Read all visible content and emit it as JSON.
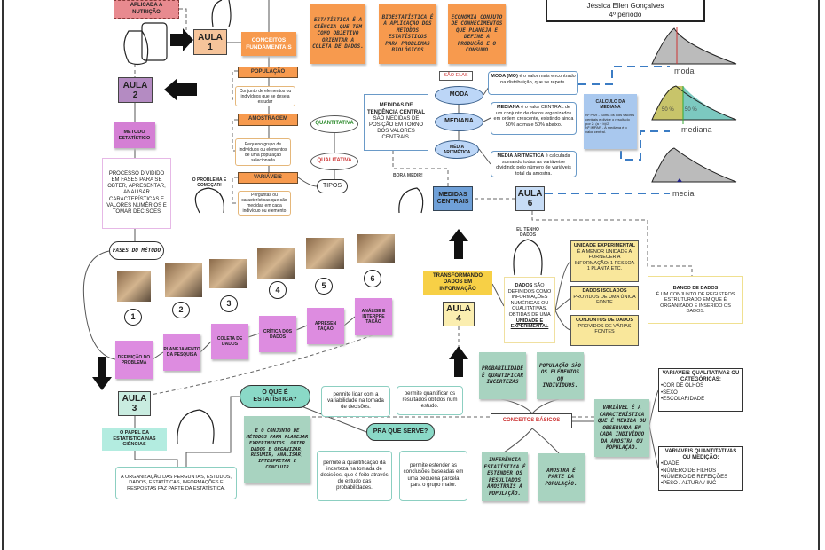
{
  "title_box": {
    "author": "Jéssica Ellen Gonçalves",
    "period": "4º período"
  },
  "top_left": {
    "nutrition": "APLICADA A NUTRIÇÃO"
  },
  "aula1": {
    "label": "AULA\n1",
    "concepts": "CONCEITOS FUNDAMENTAIS",
    "populacao": "POPULAÇÃO",
    "populacao_desc": "Conjunto de elementos ou indivíduos que se deseja estudar",
    "amostragem": "AMOSTRAGEM",
    "amostragem_desc": "Pequeno grupo de indivíduos ou elementos de uma população selecionada",
    "variaveis": "VARIÁVEIS",
    "variaveis_desc": "Perguntas ou características que são medidas em cada indivíduo ou elemento",
    "problema": "O PROBLEMA É COMEÇAR!",
    "quantitativa": "QUANTITATIVA",
    "qualitativa": "QUALITATIVA",
    "tipos": "TIPOS"
  },
  "notes": [
    "ESTATÍSTICA É A CIÊNCIA QUE TEM COMO OBJETIVO ORIENTAR A COLETA DE DADOS.",
    "BIOESTATÍSTICA É A APLICAÇÃO DOS MÉTODOS ESTATÍSTICOS PARA PROBLEMAS BIOLÓGICOS",
    "ECONOMIA CONJUTO DE CONHECIMENTOS QUE PLANEJA E DEFINE A PRODUÇÃO E O CONSUMO"
  ],
  "aula2": {
    "label": "AULA\n2",
    "metodo": "METODO ESTATÍSTICO",
    "processo": "PROCESSO DIVIDIDO EM FASES PARA SE OBTER, APRESENTAR, ANALISAR CARACTERÍSTICAS E VALORES NUMÉRIOS E TOMAR DECISÕES",
    "fases": "FASES DO MÉTODO",
    "steps": [
      {
        "n": "1",
        "label": "DEFINIÇÃO DO PROBLEMA"
      },
      {
        "n": "2",
        "label": "PLANEJAMENTO DA PESQUISA"
      },
      {
        "n": "3",
        "label": "COLETA DE DADOS"
      },
      {
        "n": "4",
        "label": "CRÍTICA DOS DADOS"
      },
      {
        "n": "5",
        "label": "APRESEN TAÇÃO"
      },
      {
        "n": "6",
        "label": "ANÁLISE E INTERPRE TAÇÃO"
      }
    ]
  },
  "aula6": {
    "label": "AULA\n6",
    "sao_elas": "SÃO ELAS",
    "tendencia_title": "MEDIDAS DE TENDÊNCIA CENTRAL",
    "tendencia_desc": "SÃO MEDIDAS DE POSIÇÃO EM TORNO DOS VALORES CENTRAIS.",
    "moda": "MODA",
    "mediana": "MEDIANA",
    "media": "MÉDIA ARITMÉTICA",
    "moda_t": "MODA (MO)",
    "moda_d": "é o valor mais encontrado na distribuição, que se repete.",
    "mediana_t": "MEDIANA",
    "mediana_d": "é o valor CENTRAL de um conjunto de dados organizados em ordem crescente, existindo ainda 50% acima e 50% abaixo.",
    "media_t": "MÉDIA ARITMÉTICA",
    "media_d": "é calculada somando todas as variáveise dividindo pelo número de variáveis total da amostra.",
    "calc_title": "CALCULO DA MEDIANA",
    "calc_par": "Nº PAR - Soma os dois valores centrais e divide o resultado por 2: (a + b)/2",
    "calc_impar": "Nº IMPAR - A mediana é o valor central.",
    "curve_moda": "moda",
    "curve_mediana": "mediana",
    "curve_media": "media",
    "pct_left": "50 %",
    "pct_right": "50 %",
    "bora": "BORA MEDIR!",
    "centrais": "MEDIDAS CENTRAIS"
  },
  "aula4": {
    "label": "AULA\n4",
    "transformando": "TRANSFORMANDO DADOS EM INFORMAÇÃO",
    "eu_tenho": "EU TENHO DADOS",
    "dados_b": "DADOS",
    "dados_d": "SÃO DEFINIDOS COMO INFORMAÇÕES NUMÉRICAS OU QUALITATIVAS, OBTIDAS DE UMA",
    "dados_u": "UNIDADE E EXPERIMENTAL",
    "unidade_t": "UNIDADE EXPERIMENTAL",
    "unidade_d": "É A MENOR UNIDADE A FORNECER A INFORMAÇÃO: 1 PESSOA 1 PLANTA ETC.",
    "isolados_t": "DADOS ISOLADOS",
    "isolados_d": "PROVIDOS DE UMA ÚNICA FONTE",
    "conj_t": "CONJUNTOS DE DADOS",
    "conj_d": "PROVIDOS DE VÁRIAS FONTES",
    "banco_t": "BANCO DE DADOS",
    "banco_d": "É UM CONJUNTO DE REGISTROS ESTRUTURADO EM QUE É ORGANIZADO E INSERIDO OS DADOS."
  },
  "aula3": {
    "label": "AULA\n3",
    "papel": "O PAPEL DA ESTATÍSTICA NAS CIÊNCIAS",
    "organizacao": "A ORGANIZAÇÃO DAS PERGUNTAS, ESTUDOS, DADOS, ESTATÍTICAS, INFORMAÇÕES E RESPOSTAS FAZ PARTE DA ESTATÍSTICA.",
    "oque": "O QUE É ESTATÍSTICA?",
    "conjunto": "É O CONJUNTO DE MÉTODOS PARA PLANEJAR EXPERIMENTOS. OBTER DADOS E ORGANIZAR, RESUMIR, ANALISAR, INTERPRETAR E CONCLUIR",
    "pra_que": "PRA QUE SERVE?",
    "serve": [
      "permite lidar com a variabilidade na tomada de decisões.",
      "permite quantificar os resultados obtidos num estudo.",
      "permite a quantificação da incerteza na tomada de decisões, que é feito através do estudo das probabilidades.",
      "permite estender as conclusões baseadas em uma pequena parcela para o grupo maior."
    ]
  },
  "basicos": {
    "title": "CONCEITOS BÁSICOS",
    "probabilidade": "PROBABILIDADE É QUANTIFICAR INCERTEZAS",
    "populacao": "POPULAÇÃO SÃO OS ELEMENTOS OU INDIVÍDUOS.",
    "inferencia": "INFERÊNCIA ESTATÍSTICA É ESTENDER OS RESULTADOS AMOSTRAIS À POPULAÇÃO.",
    "amostra": "AMOSTRA É PARTE DA POPULAÇÃO.",
    "variavel": "VARIÁVEL É A CARACTERÍSTICA QUE É MEDIDA OU OBSERVADA EM CADA INDIVÍDUO DA AMOSTRA OU POPULAÇÃO.",
    "qual_t": "VARIAVEIS QUALITATIVAS OU CATEGÓRICAS:",
    "qual_items": [
      "•COR DE OLHOS",
      "•SEXO",
      "•ESCOLARIDADE"
    ],
    "quant_t": "VARIAVEIS QUANTITATIVAS OU MEDIÇÃO:",
    "quant_items": [
      "•IDADE",
      "•NÚMERO DE FILHOS",
      "•NÚMERO DE REFEIÇÕES",
      "•PESO / ALTURA / IMC"
    ]
  }
}
